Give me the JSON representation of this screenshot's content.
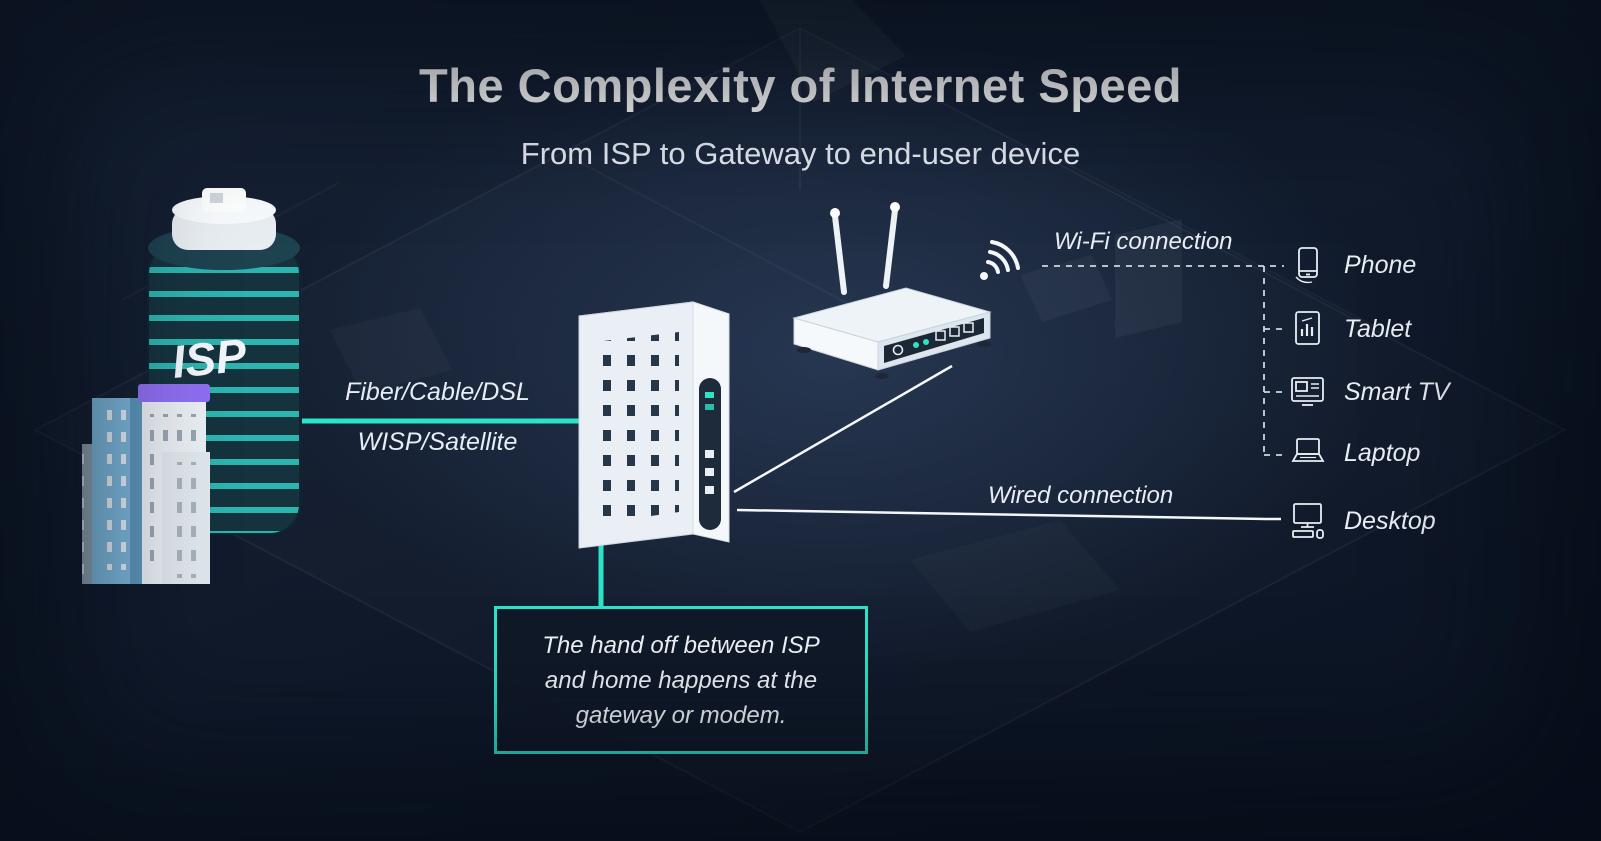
{
  "title": "The Complexity of Internet Speed",
  "subtitle": "From ISP to Gateway to end-user device",
  "isp_building": {
    "label": "ISP"
  },
  "isp_link": {
    "line1": "Fiber/Cable/DSL",
    "line2": "WISP/Satellite"
  },
  "wifi_link": {
    "label": "Wi-Fi connection"
  },
  "wired_link": {
    "label": "Wired connection"
  },
  "devices": [
    {
      "id": "phone",
      "label": "Phone"
    },
    {
      "id": "tablet",
      "label": "Tablet"
    },
    {
      "id": "smart-tv",
      "label": "Smart TV"
    },
    {
      "id": "laptop",
      "label": "Laptop"
    },
    {
      "id": "desktop",
      "label": "Desktop"
    }
  ],
  "callout": {
    "lines": [
      "The hand off between ISP",
      "and home happens at the",
      "gateway or modem."
    ]
  },
  "colors": {
    "accent_teal": "#2BE3C8",
    "background": "#111B2B",
    "title_text": "#FFFFFF",
    "label_text": "#E7EDF4",
    "isp_stripe_teal": "#2CB4AE",
    "purple_accent": "#8E6FF0"
  }
}
